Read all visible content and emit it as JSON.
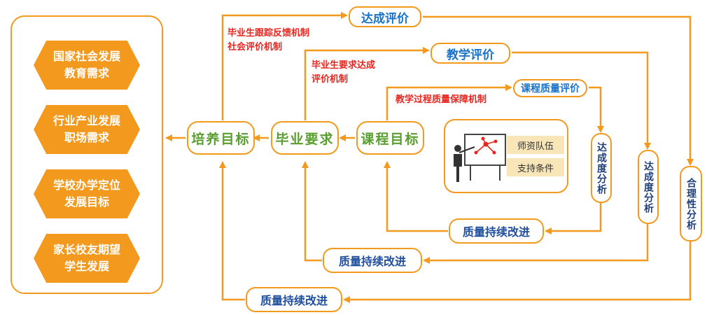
{
  "needs": [
    {
      "line1": "国家社会发展",
      "line2": "教育需求"
    },
    {
      "line1": "行业产业发展",
      "line2": "职场需求"
    },
    {
      "line1": "学校办学定位",
      "line2": "发展目标"
    },
    {
      "line1": "家长校友期望",
      "line2": "学生发展"
    }
  ],
  "goals": {
    "training": "培养目标",
    "graduation": "毕业要求",
    "course": "课程目标"
  },
  "evaluations": {
    "achievement": "达成评价",
    "teaching": "教学评价",
    "course_quality": "课程质量评价"
  },
  "mechanisms": {
    "graduate_feedback": {
      "line1": "毕业生跟踪反馈机制",
      "line2": "社会评价机制"
    },
    "graduation_req": {
      "line1": "毕业生要求达成",
      "line2": "评价机制"
    },
    "teaching_process": "教学过程质量保障机制"
  },
  "analysis": {
    "achievement_1": "达成度分析",
    "achievement_2": "达成度分析",
    "rationality": "合理性分析"
  },
  "improvement": {
    "label_1": "质量持续改进",
    "label_2": "质量持续改进",
    "label_3": "质量持续改进"
  },
  "support": {
    "faculty": "师资队伍",
    "conditions": "支持条件"
  },
  "colors": {
    "orange": "#f39a1e",
    "green": "#5a9e2f",
    "blue": "#1a73c8",
    "red": "#e8261f"
  }
}
